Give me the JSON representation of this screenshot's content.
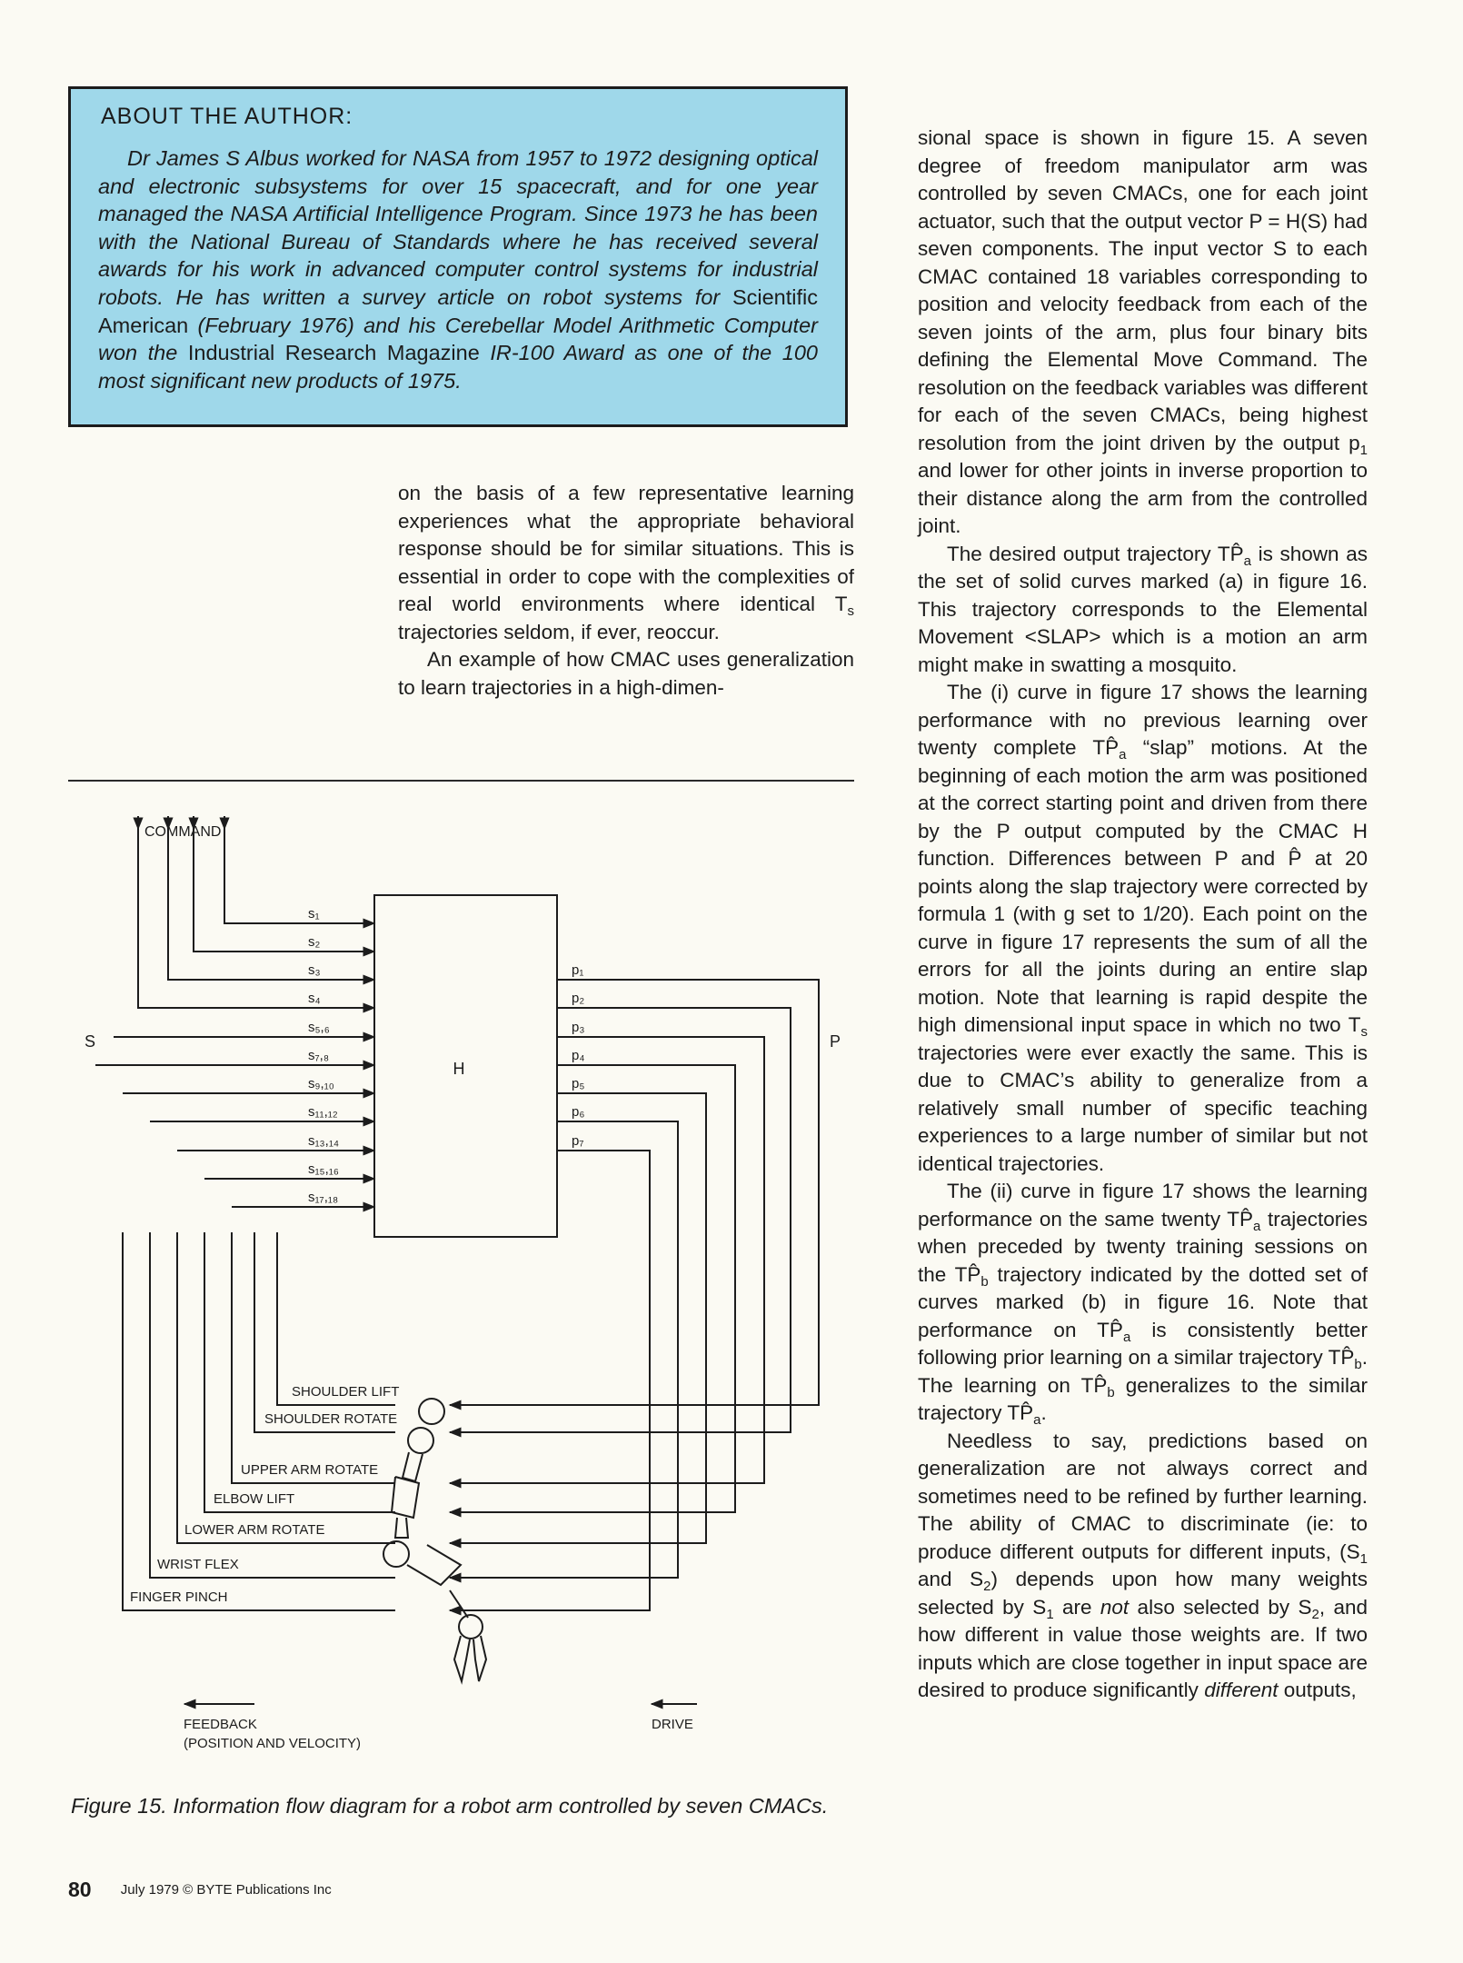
{
  "author_box": {
    "heading": "ABOUT THE AUTHOR:",
    "bio": [
      {
        "t": "Dr James S Albus worked for NASA from 1957 to 1972 designing optical and electronic subsystems for over 15 spacecraft, and for one year managed the NASA Artificial Intelligence Program. Since 1973 he has been with the National Bureau of Standards where he has received several awards for his work in advanced computer control systems for industrial robots. He has written a survey article on robot systems for ",
        "it": true
      },
      {
        "t": "Scientific American ",
        "it": false
      },
      {
        "t": "(February 1976) and his Cerebellar Model Arithmetic Computer won the ",
        "it": true
      },
      {
        "t": "Industrial Research Magazine ",
        "it": false
      },
      {
        "t": "IR-100 Award as one of the 100 most significant new products of 1975.",
        "it": true
      }
    ]
  },
  "middle_column": [
    {
      "indent": false,
      "parts": [
        {
          "t": "on the basis of a few representative learning experiences what the appropriate behavioral response should be for similar situations. This is essential in order to cope with the complexities of real world environments where identical T"
        },
        {
          "t": "s",
          "sub": true
        },
        {
          "t": " trajectories seldom, if ever, reoccur."
        }
      ]
    },
    {
      "indent": true,
      "parts": [
        {
          "t": "An example of how CMAC uses generalization to learn trajectories in a high-dimen-"
        }
      ]
    }
  ],
  "right_column": [
    {
      "indent": false,
      "parts": [
        {
          "t": "sional space is shown in figure 15. A seven degree of freedom manipulator arm was controlled by seven CMACs, one for each joint actuator, such that the output vector P = H(S) had seven components. The input vector S to each CMAC contained 18 variables corresponding to position and velocity feedback from each of the seven joints of the arm, plus four binary bits defining the Elemental Move Command. The resolution on the feedback variables was different for each of the seven CMACs, being highest resolution from the joint driven by the output p"
        },
        {
          "t": "1",
          "sub": true
        },
        {
          "t": " and lower for other joints in inverse proportion to their distance along the arm from the controlled joint."
        }
      ]
    },
    {
      "indent": true,
      "parts": [
        {
          "t": "The desired output trajectory TP̂"
        },
        {
          "t": "a",
          "sub": true
        },
        {
          "t": " is shown as the set of solid curves marked (a) in figure 16. This trajectory corresponds to the Elemental Movement <SLAP> which is a motion an arm might make in swatting a mosquito."
        }
      ]
    },
    {
      "indent": true,
      "parts": [
        {
          "t": "The (i) curve in figure 17 shows the learning performance with no previous learning over twenty complete TP̂"
        },
        {
          "t": "a",
          "sub": true
        },
        {
          "t": " “slap” motions. At the beginning of each motion the arm was positioned at the correct starting point and driven from there by the P output computed by the CMAC H function. Differences between P and P̂ at 20 points along the slap trajectory were corrected by formula 1 (with g set to 1/20). Each point on the curve in figure 17 represents the sum of all the errors for all the joints during an entire slap motion. Note that learning is rapid despite the high dimensional input space in which no two T"
        },
        {
          "t": "s",
          "sub": true
        },
        {
          "t": " trajectories were ever exactly the same. This is due to CMAC’s ability to generalize from a relatively small number of specific teaching experiences to a large number of similar but not identical trajectories."
        }
      ]
    },
    {
      "indent": true,
      "parts": [
        {
          "t": "The (ii) curve in figure 17 shows the learning performance on the same twenty TP̂"
        },
        {
          "t": "a",
          "sub": true
        },
        {
          "t": " trajectories when preceded by twenty training sessions on the TP̂"
        },
        {
          "t": "b",
          "sub": true
        },
        {
          "t": " trajectory indicated by the dotted set of curves marked (b) in figure 16. Note that performance on TP̂"
        },
        {
          "t": "a",
          "sub": true
        },
        {
          "t": " is consistently better following prior learning on a similar trajectory TP̂"
        },
        {
          "t": "b",
          "sub": true
        },
        {
          "t": ". The learning on TP̂"
        },
        {
          "t": "b",
          "sub": true
        },
        {
          "t": " generalizes to the similar trajectory TP̂"
        },
        {
          "t": "a",
          "sub": true
        },
        {
          "t": "."
        }
      ]
    },
    {
      "indent": true,
      "parts": [
        {
          "t": "Needless to say, predictions based on generalization are not always correct and sometimes need to be refined by further learning. The ability of CMAC to discriminate (ie: to produce different outputs for different inputs, (S"
        },
        {
          "t": "1",
          "sub": true
        },
        {
          "t": " and S"
        },
        {
          "t": "2",
          "sub": true
        },
        {
          "t": ") depends upon how many weights selected by S"
        },
        {
          "t": "1",
          "sub": true
        },
        {
          "t": " are "
        },
        {
          "t": "not",
          "it": true
        },
        {
          "t": " also selected by S"
        },
        {
          "t": "2",
          "sub": true
        },
        {
          "t": ", and how different in value those weights are. If two inputs which are close together in input space are desired to produce significantly "
        },
        {
          "t": "different",
          "it": true
        },
        {
          "t": " outputs,"
        }
      ]
    }
  ],
  "diagram": {
    "command_label": "COMMAND",
    "s_label": "S",
    "p_label": "P",
    "h_label": "H",
    "inputs": [
      "s₁",
      "s₂",
      "s₃",
      "s₄",
      "s₅,₆",
      "s₇,₈",
      "s₉,₁₀",
      "s₁₁,₁₂",
      "s₁₃,₁₄",
      "s₁₅,₁₆",
      "s₁₇,₁₈"
    ],
    "outputs": [
      "p₁",
      "p₂",
      "p₃",
      "p₄",
      "p₅",
      "p₆",
      "p₇"
    ],
    "joints": [
      "SHOULDER LIFT",
      "SHOULDER ROTATE",
      "UPPER ARM ROTATE",
      "ELBOW LIFT",
      "LOWER ARM ROTATE",
      "WRIST FLEX",
      "FINGER PINCH"
    ],
    "feedback_label": "FEEDBACK",
    "feedback_sub": "(POSITION AND VELOCITY)",
    "drive_label": "DRIVE"
  },
  "caption": "Figure 15. Information flow diagram for a robot arm controlled by seven CMACs.",
  "footer": {
    "page_number": "80",
    "text": "July 1979 © BYTE Publications Inc"
  }
}
